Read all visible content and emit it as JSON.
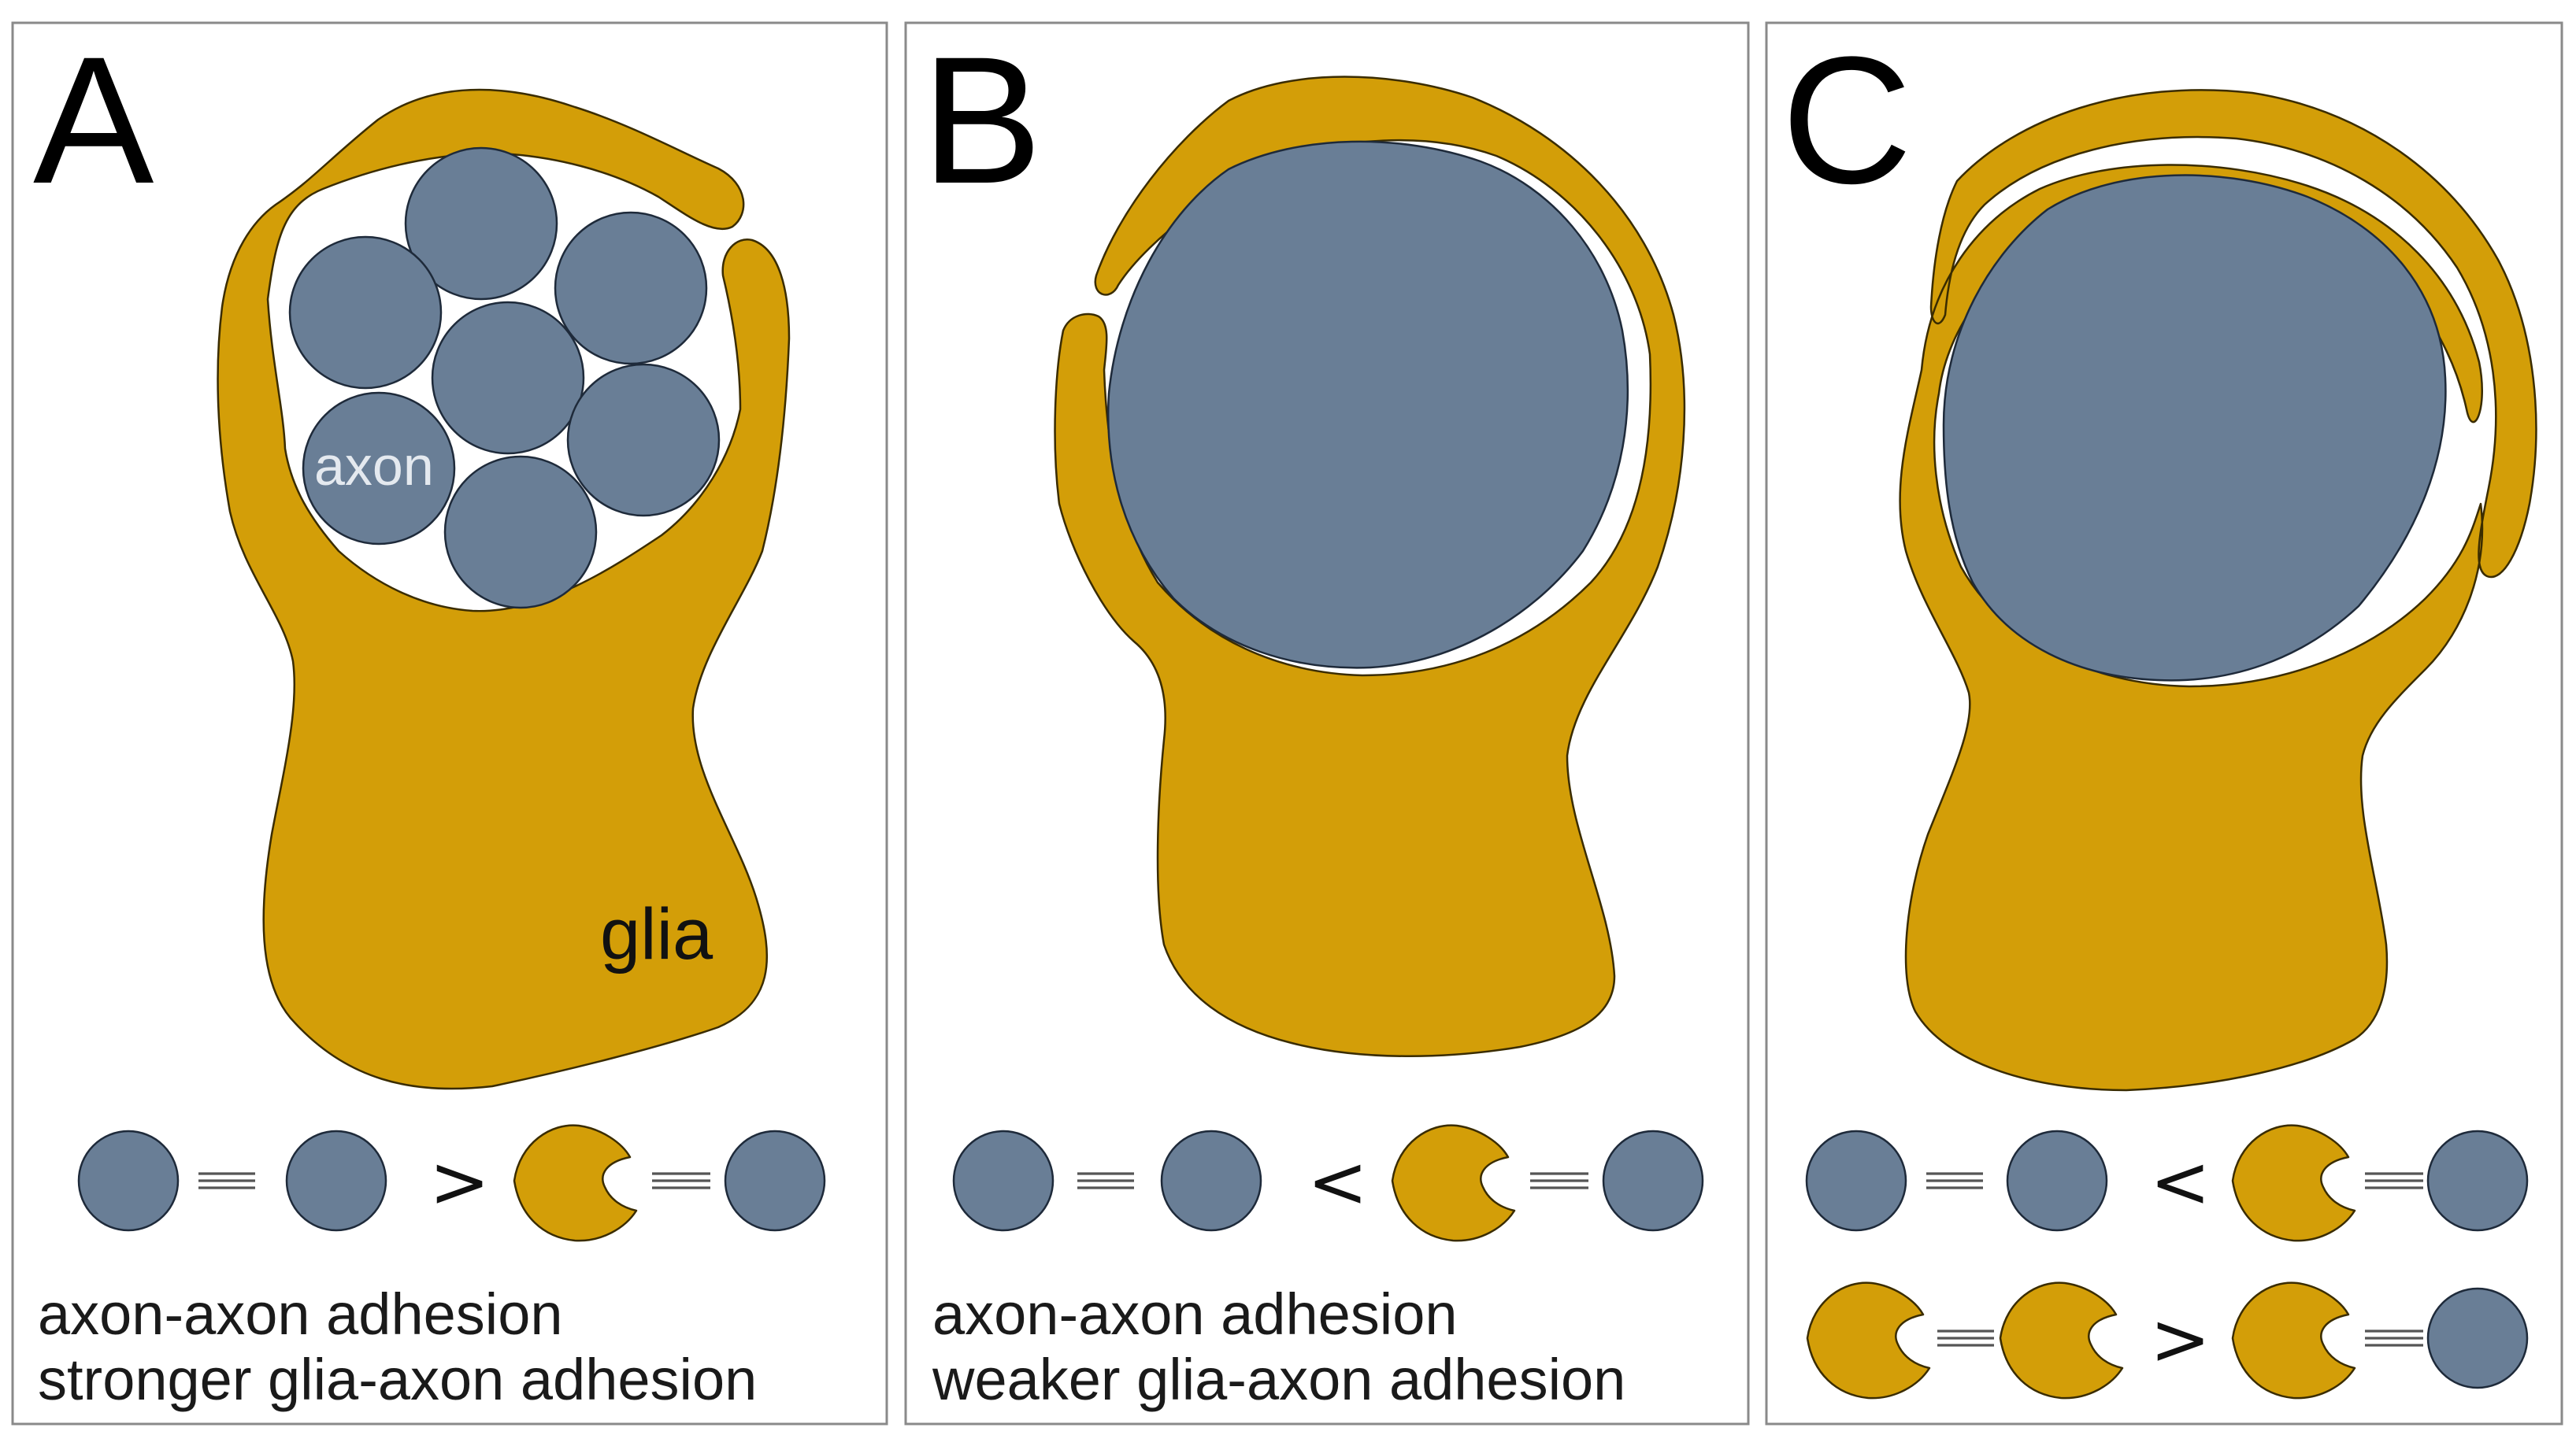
{
  "colors": {
    "glia": "#D39E08",
    "axon": "#697E96",
    "axon_label_color": "#E4E9EF",
    "panel_border": "#8a8a8a"
  },
  "panels": [
    {
      "letter": "A",
      "axon_label": "axon",
      "glia_label": "glia",
      "legend_rows": [
        {
          "left": [
            "axon",
            "axon"
          ],
          "operator": ">",
          "right": [
            "glia",
            "axon"
          ]
        }
      ],
      "caption_lines": [
        "axon-axon adhesion",
        "stronger glia-axon adhesion"
      ]
    },
    {
      "letter": "B",
      "legend_rows": [
        {
          "left": [
            "axon",
            "axon"
          ],
          "operator": "<",
          "right": [
            "glia",
            "axon"
          ]
        }
      ],
      "caption_lines": [
        "axon-axon adhesion",
        "weaker glia-axon adhesion"
      ]
    },
    {
      "letter": "C",
      "legend_rows": [
        {
          "left": [
            "axon",
            "axon"
          ],
          "operator": "<",
          "right": [
            "glia",
            "axon"
          ]
        },
        {
          "left": [
            "glia",
            "glia"
          ],
          "operator": ">",
          "right": [
            "glia",
            "axon"
          ]
        }
      ],
      "caption_lines": []
    }
  ]
}
